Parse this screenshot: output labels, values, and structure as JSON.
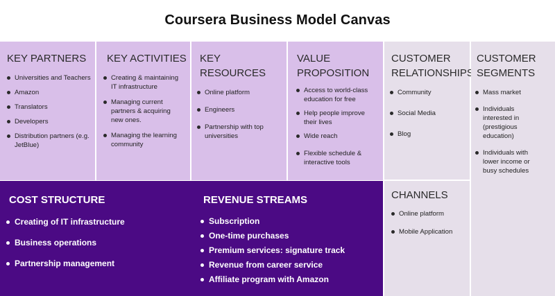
{
  "title": "Coursera Business Model Canvas",
  "colors": {
    "light_purple": "#d9bfe9",
    "light_grey": "#e6dfea",
    "dark_purple": "#4b0a84"
  },
  "key_partners": {
    "heading": "KEY PARTNERS",
    "items": [
      "Universities and Teachers",
      "Amazon",
      "Translators",
      "Developers",
      "Distribution partners (e.g. JetBlue)"
    ]
  },
  "key_activities": {
    "heading": "KEY ACTIVITIES",
    "items": [
      "Creating & maintaining IT infrastructure",
      "Managing current partners &  acquiring new ones.",
      "Managing the learning community"
    ]
  },
  "key_resources": {
    "heading": "KEY RESOURCES",
    "items": [
      "Online platform",
      "Engineers",
      "Partnership with top universities"
    ]
  },
  "value_proposition": {
    "heading": "VALUE PROPOSITION",
    "items": [
      "Access to world-class education for free",
      "Help people improve their lives",
      "Wide reach",
      "Flexible schedule & interactive tools"
    ]
  },
  "customer_relationships": {
    "heading": "CUSTOMER RELATIONSHIPS",
    "items": [
      "Community",
      "Social Media",
      "Blog"
    ]
  },
  "customer_segments": {
    "heading": "CUSTOMER SEGMENTS",
    "items": [
      "Mass market",
      "Individuals interested in (prestigious education)",
      "Individuals with lower income or busy schedules"
    ]
  },
  "channels": {
    "heading": "CHANNELS",
    "items": [
      "Online platform",
      "Mobile Application"
    ]
  },
  "cost_structure": {
    "heading": "COST STRUCTURE",
    "items": [
      "Creating of IT infrastructure",
      "Business operations",
      "Partnership management"
    ]
  },
  "revenue_streams": {
    "heading": "REVENUE STREAMS",
    "items": [
      "Subscription",
      "One-time purchases",
      "Premium services: signature track",
      "Revenue from career service",
      "Affiliate program with Amazon"
    ]
  }
}
